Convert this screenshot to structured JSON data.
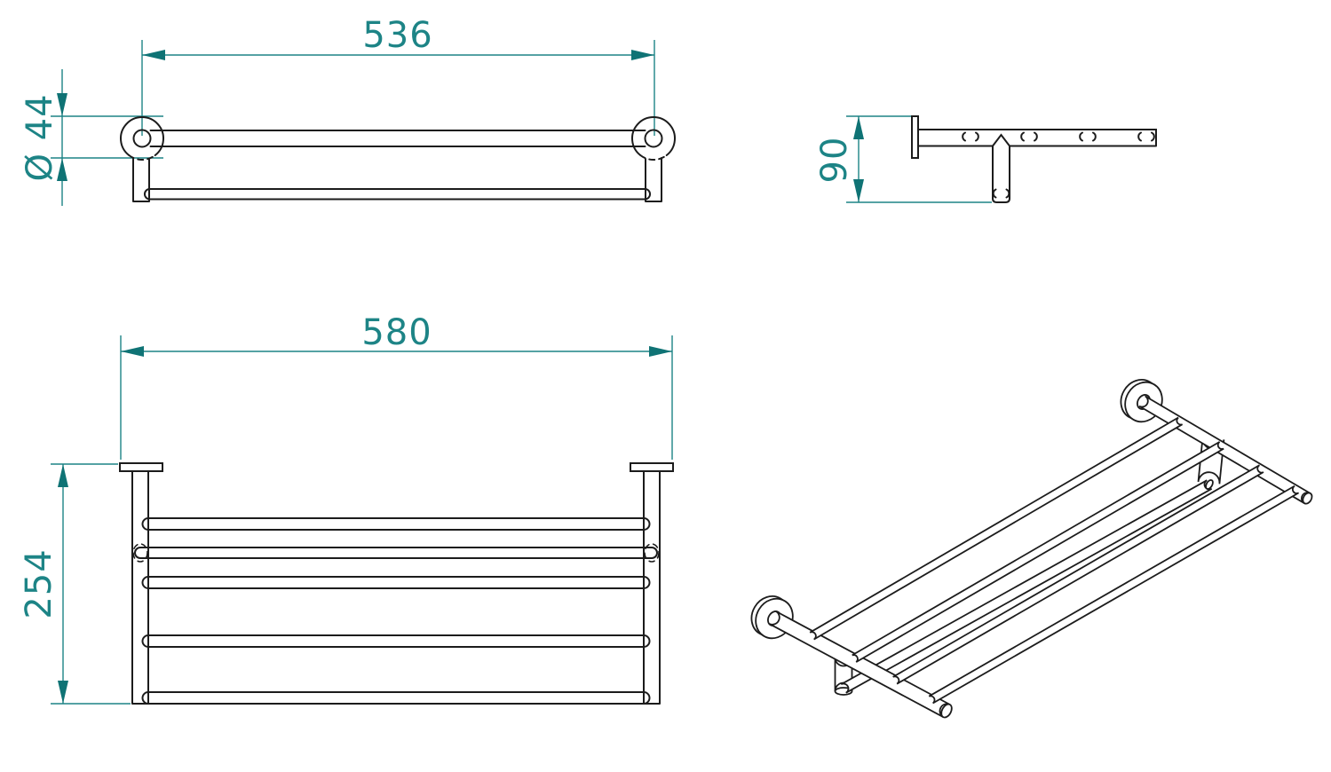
{
  "drawing": {
    "type": "technical-dimension-drawing",
    "subject": "towel rack shelf",
    "colors": {
      "dimension": "#1d8486",
      "dimension_arrow": "#0f7375",
      "line": "#1c1c1c",
      "background": "#ffffff"
    },
    "views": {
      "towel_bar_front": {
        "name": "double towel bar front view",
        "length": "536",
        "diameter": "Ø 44"
      },
      "side": {
        "name": "side view",
        "height": "90"
      },
      "rack_front": {
        "name": "rack plan view",
        "width": "580",
        "depth": "254"
      },
      "isometric": {
        "name": "isometric view"
      }
    }
  }
}
